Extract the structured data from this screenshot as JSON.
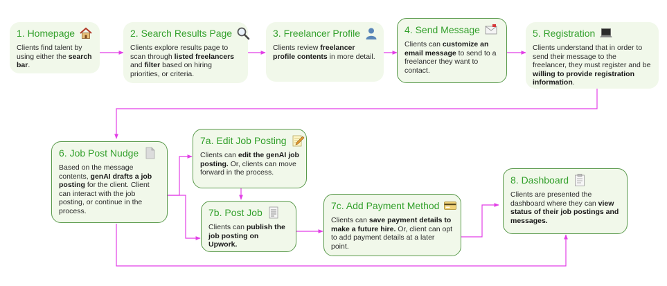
{
  "nodes": [
    {
      "id": "homepage",
      "title": "1. Homepage",
      "icon": "house-icon",
      "segments": [
        {
          "t": "Clients find talent by using either the "
        },
        {
          "t": "search bar",
          "b": true
        },
        {
          "t": "."
        }
      ]
    },
    {
      "id": "search-results",
      "title": "2. Search Results Page",
      "icon": "magnifier-icon",
      "segments": [
        {
          "t": "Clients explore results page to scan through "
        },
        {
          "t": "listed freelancers",
          "b": true
        },
        {
          "t": " and "
        },
        {
          "t": "filter",
          "b": true
        },
        {
          "t": " based on hiring priorities, or criteria."
        }
      ]
    },
    {
      "id": "freelancer-profile",
      "title": "3. Freelancer Profile",
      "icon": "person-icon",
      "segments": [
        {
          "t": "Clients review "
        },
        {
          "t": "freelancer profile contents",
          "b": true
        },
        {
          "t": " in more detail."
        }
      ]
    },
    {
      "id": "send-message",
      "title": "4. Send Message",
      "icon": "envelope-icon",
      "segments": [
        {
          "t": "Clients can "
        },
        {
          "t": "customize an email message",
          "b": true
        },
        {
          "t": " to send to a freelancer they want to contact."
        }
      ]
    },
    {
      "id": "registration",
      "title": "5. Registration",
      "icon": "laptop-icon",
      "segments": [
        {
          "t": "Clients understand that in order to send their message to the freelancer, they must register and be "
        },
        {
          "t": "willing to provide registration information",
          "b": true
        },
        {
          "t": "."
        }
      ]
    },
    {
      "id": "job-post-nudge",
      "title": "6. Job Post Nudge",
      "icon": "document-icon",
      "segments": [
        {
          "t": "Based on the message contents, "
        },
        {
          "t": "genAI drafts a job posting",
          "b": true
        },
        {
          "t": " for the client. Client can interact with the job posting, or continue in the process."
        }
      ]
    },
    {
      "id": "edit-job-posting",
      "title": "7a. Edit Job Posting",
      "icon": "notepad-pencil-icon",
      "segments": [
        {
          "t": "Clients can "
        },
        {
          "t": "edit the genAI job posting.",
          "b": true
        },
        {
          "t": " Or, clients can move forward in the process."
        }
      ]
    },
    {
      "id": "post-job",
      "title": "7b. Post Job",
      "icon": "form-icon",
      "segments": [
        {
          "t": "Clients can "
        },
        {
          "t": "publish the job posting on Upwork.",
          "b": true
        }
      ]
    },
    {
      "id": "add-payment-method",
      "title": "7c. Add Payment Method",
      "icon": "credit-card-icon",
      "segments": [
        {
          "t": "Clients can "
        },
        {
          "t": "save payment details to make a future hire.",
          "b": true
        },
        {
          "t": " Or, client can opt to add payment details at a later point."
        }
      ]
    },
    {
      "id": "dashboard",
      "title": "8. Dashboard",
      "icon": "clipboard-icon",
      "segments": [
        {
          "t": "Clients are presented the dashboard where they can "
        },
        {
          "t": "view status of their job postings and messages.",
          "b": true
        }
      ]
    }
  ],
  "colors": {
    "title": "#33a02c",
    "node_fill": "#f1f8ea",
    "node_border": "#5a9a4c",
    "connector": "#e23fe6"
  }
}
